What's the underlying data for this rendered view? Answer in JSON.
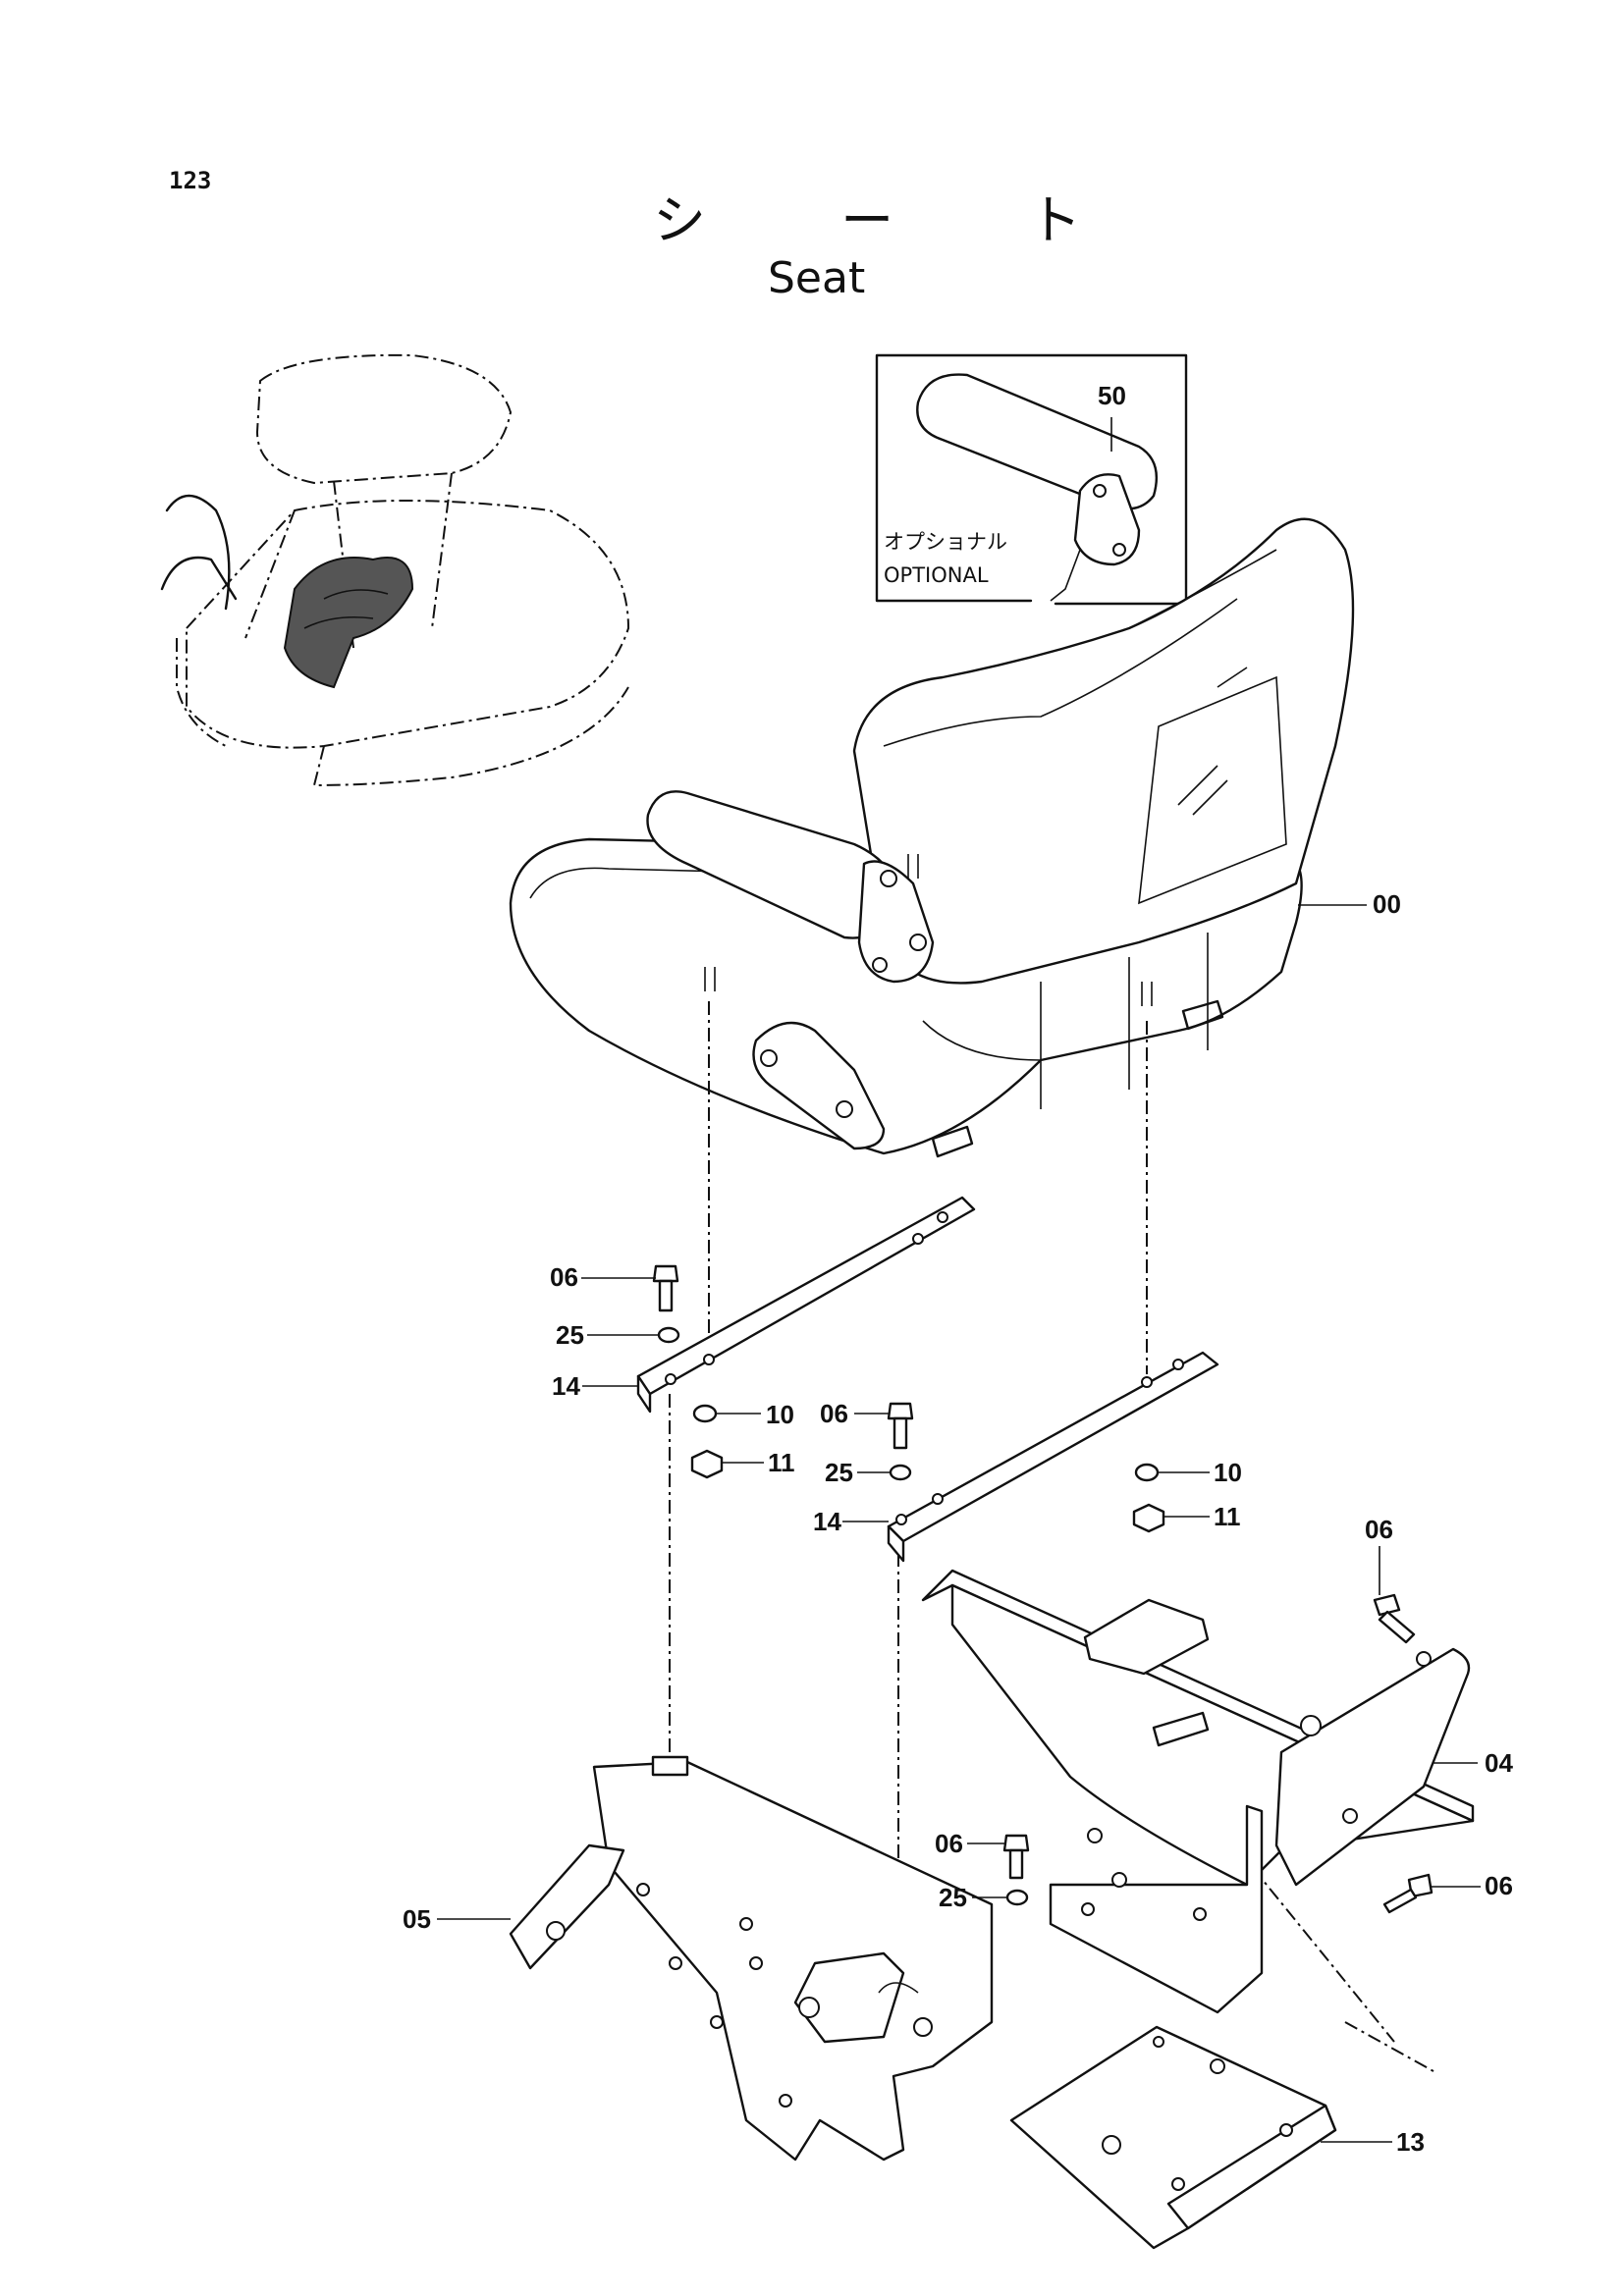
{
  "page_number": "123",
  "title": {
    "japanese": "シ ー ト",
    "english": "Seat"
  },
  "optional_box": {
    "label_japanese": "オプショナル",
    "label_english": "OPTIONAL",
    "part": "50"
  },
  "parts": {
    "p00": "00",
    "p04": "04",
    "p05": "05",
    "p06_a": "06",
    "p06_b": "06",
    "p06_c": "06",
    "p06_d": "06",
    "p06_e": "06",
    "p10_a": "10",
    "p10_b": "10",
    "p11_a": "11",
    "p11_b": "11",
    "p13": "13",
    "p14_a": "14",
    "p14_b": "14",
    "p25_a": "25",
    "p25_b": "25",
    "p25_c": "25"
  }
}
